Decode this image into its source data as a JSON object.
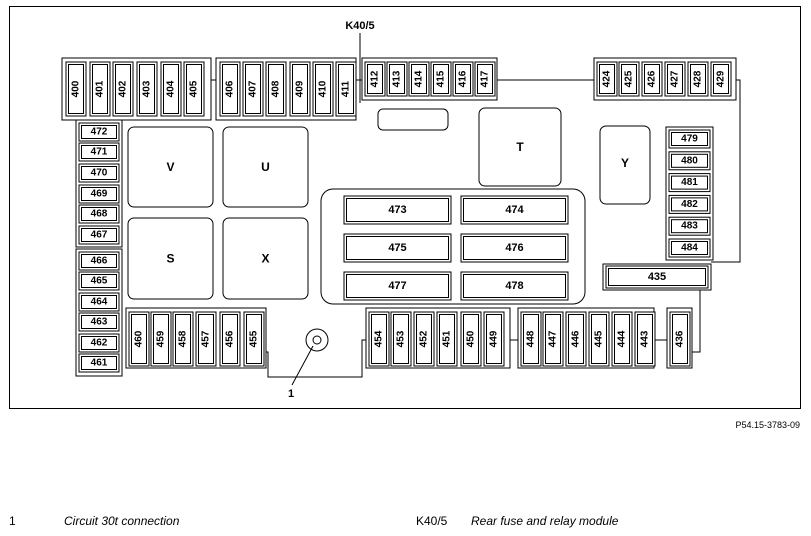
{
  "diagram": {
    "module_label": "K40/5",
    "callout_label": "1",
    "reference_code": "P54.15-3783-09",
    "fuse_rows": {
      "top": [
        "400",
        "401",
        "402",
        "403",
        "404",
        "405",
        "406",
        "407",
        "408",
        "409",
        "410",
        "411",
        "412",
        "413",
        "414",
        "415",
        "416",
        "417",
        "424",
        "425",
        "426",
        "427",
        "428",
        "429"
      ],
      "left": [
        "472",
        "471",
        "470",
        "469",
        "468",
        "467",
        "466",
        "465",
        "464",
        "463",
        "462",
        "461"
      ],
      "right": [
        "479",
        "480",
        "481",
        "482",
        "483",
        "484"
      ],
      "bottom": [
        "460",
        "459",
        "458",
        "457",
        "456",
        "455",
        "454",
        "453",
        "452",
        "451",
        "450",
        "449",
        "448",
        "447",
        "446",
        "445",
        "444",
        "443",
        "436"
      ]
    },
    "relays": [
      "V",
      "U",
      "S",
      "X",
      "T",
      "Y"
    ],
    "center_fuses": [
      "473",
      "474",
      "475",
      "476",
      "477",
      "478"
    ],
    "wide_fuse": "435"
  },
  "legend": [
    {
      "key": "1",
      "text": "Circuit 30t connection"
    },
    {
      "key": "K40/5",
      "text": "Rear fuse and relay module"
    }
  ]
}
